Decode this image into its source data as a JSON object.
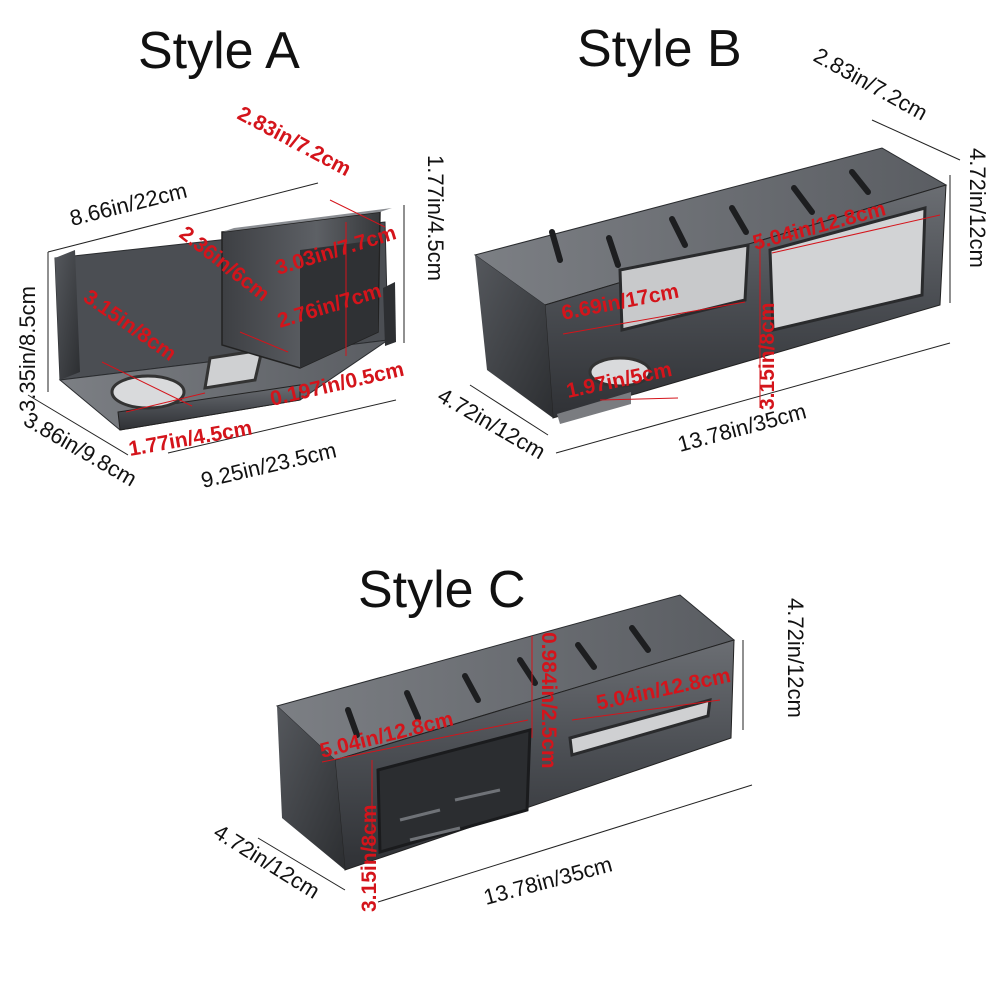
{
  "colors": {
    "metal_dark": "#3b3d41",
    "metal_mid": "#595c61",
    "metal_light": "#8d9095",
    "label_red": "#d4141b",
    "label_black": "#111111"
  },
  "styles": [
    {
      "title": "Style A",
      "dims_black": [
        "8.66in/22cm",
        "3.35in/8.5cm",
        "3.86in/9.8cm",
        "9.25in/23.5cm",
        "1.77in/4.5cm"
      ],
      "dims_red": [
        "2.83in/7.2cm",
        "2.36in/6cm",
        "3.03in/7.7cm",
        "2.76in/7cm",
        "3.15in/8cm",
        "0.197in/0.5cm",
        "1.77in/4.5cm"
      ]
    },
    {
      "title": "Style B",
      "dims_black": [
        "2.83in/7.2cm",
        "4.72in/12cm",
        "4.72in/12cm",
        "13.78in/35cm"
      ],
      "dims_red": [
        "5.04in/12.8cm",
        "6.69in/17cm",
        "1.97in/5cm",
        "3.15in/8cm"
      ]
    },
    {
      "title": "Style C",
      "dims_black": [
        "4.72in/12cm",
        "4.72in/12cm",
        "13.78in/35cm"
      ],
      "dims_red": [
        "0.984in/2.5cm",
        "5.04in/12.8cm",
        "5.04in/12.8cm",
        "3.15in/8cm"
      ]
    }
  ]
}
